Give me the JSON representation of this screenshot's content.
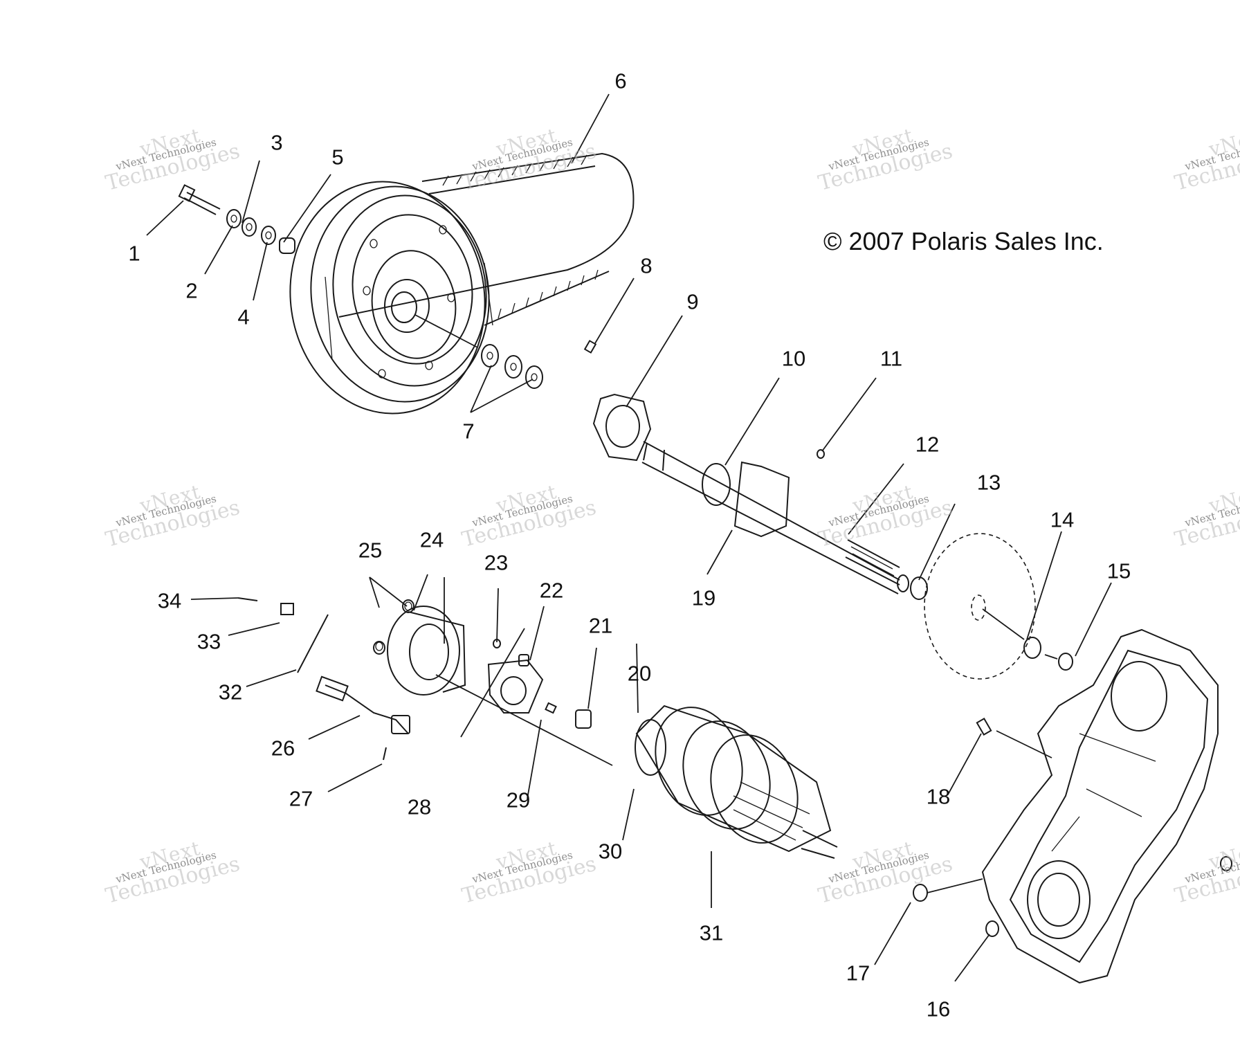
{
  "copyright": "© 2007 Polaris Sales Inc.",
  "watermark": {
    "brand": "vNext",
    "company": "vNext Technologies",
    "word": "Technologies"
  },
  "callouts": [
    "1",
    "2",
    "3",
    "4",
    "5",
    "6",
    "7",
    "8",
    "9",
    "10",
    "11",
    "12",
    "13",
    "14",
    "15",
    "16",
    "17",
    "18",
    "19",
    "20",
    "21",
    "22",
    "23",
    "24",
    "25",
    "26",
    "27",
    "28",
    "29",
    "30",
    "31",
    "32",
    "33",
    "34"
  ]
}
